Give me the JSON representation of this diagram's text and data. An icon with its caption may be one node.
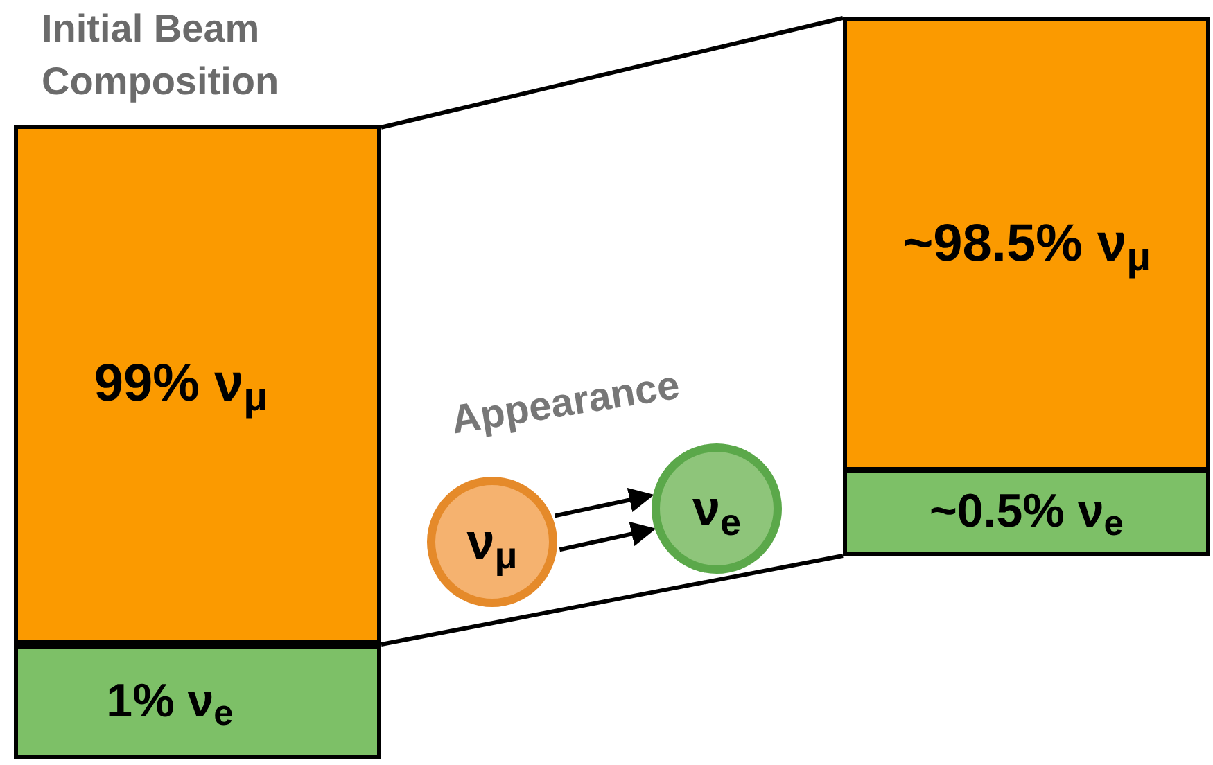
{
  "diagram": {
    "title": "Initial Beam Composition",
    "nodes": [
      {
        "text": [
          "99% ν$_{μ}$"
        ]
      },
      {
        "text": [
          "1% ν$_{e}$"
        ]
      },
      {
        "text": [
          "~98.5% ν$_{μ}$"
        ]
      },
      {
        "text": [
          "~0.5% ν$_{e}$"
        ]
      },
      {
        "text": [
          "ν$_{μ}$"
        ]
      },
      {
        "text": [
          "ν$_{e}$"
        ]
      }
    ],
    "edges": [
      {
        "from": 0,
        "to": 2,
        "arrow": "none"
      },
      {
        "from": 1,
        "to": 3,
        "arrow": "none"
      },
      {
        "from": 4,
        "to": 5,
        "arrow": "to"
      },
      {
        "from": 4,
        "to": 5,
        "arrow": "to"
      }
    ],
    "labels": [
      "Appearance"
    ]
  }
}
